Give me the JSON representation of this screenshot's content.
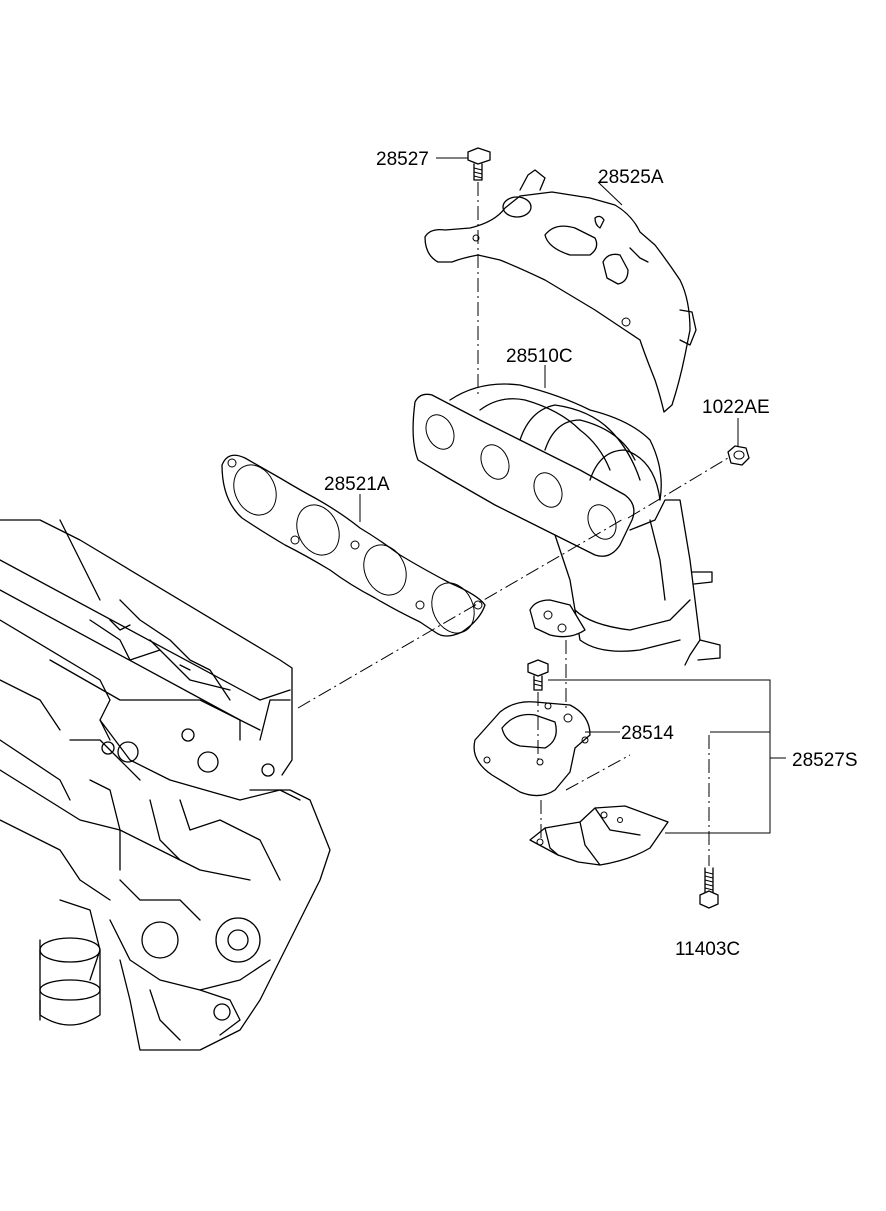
{
  "labels": {
    "bolt_28527": "28527",
    "heat_shield": "28525A",
    "exhaust_manifold": "28510C",
    "nut": "1022AE",
    "gasket": "28521A",
    "bracket": "28514",
    "bracket_assy": "28527S",
    "bolt_11403C": "11403C"
  }
}
